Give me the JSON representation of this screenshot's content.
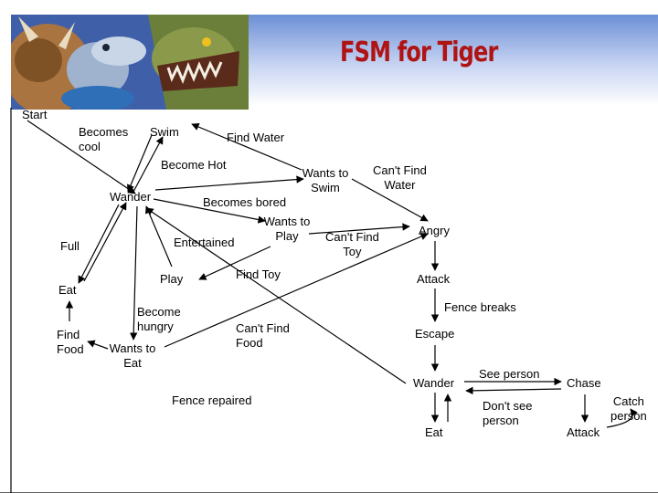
{
  "title": "FSM for Tiger",
  "colors": {
    "title": "#b01313",
    "banner_top": "#6c8fd6",
    "line": "#000000"
  },
  "states": [
    {
      "id": "start",
      "text": "Start"
    },
    {
      "id": "swim",
      "text": "Swim"
    },
    {
      "id": "wander1",
      "text": "Wander"
    },
    {
      "id": "full",
      "text": "Full"
    },
    {
      "id": "eat1",
      "text": "Eat"
    },
    {
      "id": "play",
      "text": "Play"
    },
    {
      "id": "wants_to_swim",
      "text": "Wants to\nSwim"
    },
    {
      "id": "wants_to_play",
      "text": "Wants to\nPlay"
    },
    {
      "id": "wants_to_eat",
      "text": "Wants to\nEat"
    },
    {
      "id": "find_food",
      "text": "Find\nFood"
    },
    {
      "id": "angry",
      "text": "Angry"
    },
    {
      "id": "attack1",
      "text": "Attack"
    },
    {
      "id": "escape",
      "text": "Escape"
    },
    {
      "id": "wander2",
      "text": "Wander"
    },
    {
      "id": "eat2",
      "text": "Eat"
    },
    {
      "id": "chase",
      "text": "Chase"
    },
    {
      "id": "attack2",
      "text": "Attack"
    }
  ],
  "transitions": [
    {
      "id": "becomes_cool",
      "text": "Becomes\ncool"
    },
    {
      "id": "find_water",
      "text": "Find Water"
    },
    {
      "id": "become_hot",
      "text": "Become Hot"
    },
    {
      "id": "becomes_bored",
      "text": "Becomes bored"
    },
    {
      "id": "cant_find_water",
      "text": "Can't Find\nWater"
    },
    {
      "id": "entertained",
      "text": "Entertained"
    },
    {
      "id": "cant_find_toy",
      "text": "Can't Find\nToy"
    },
    {
      "id": "find_toy",
      "text": "Find Toy"
    },
    {
      "id": "become_hungry",
      "text": "Become\nhungry"
    },
    {
      "id": "cant_find_food",
      "text": "Can't Find\nFood"
    },
    {
      "id": "fence_breaks",
      "text": "Fence breaks"
    },
    {
      "id": "fence_repaired",
      "text": "Fence repaired"
    },
    {
      "id": "see_person",
      "text": "See person"
    },
    {
      "id": "dont_see_person",
      "text": "Don't see\nperson"
    },
    {
      "id": "catch_person",
      "text": "Catch\nperson"
    }
  ]
}
